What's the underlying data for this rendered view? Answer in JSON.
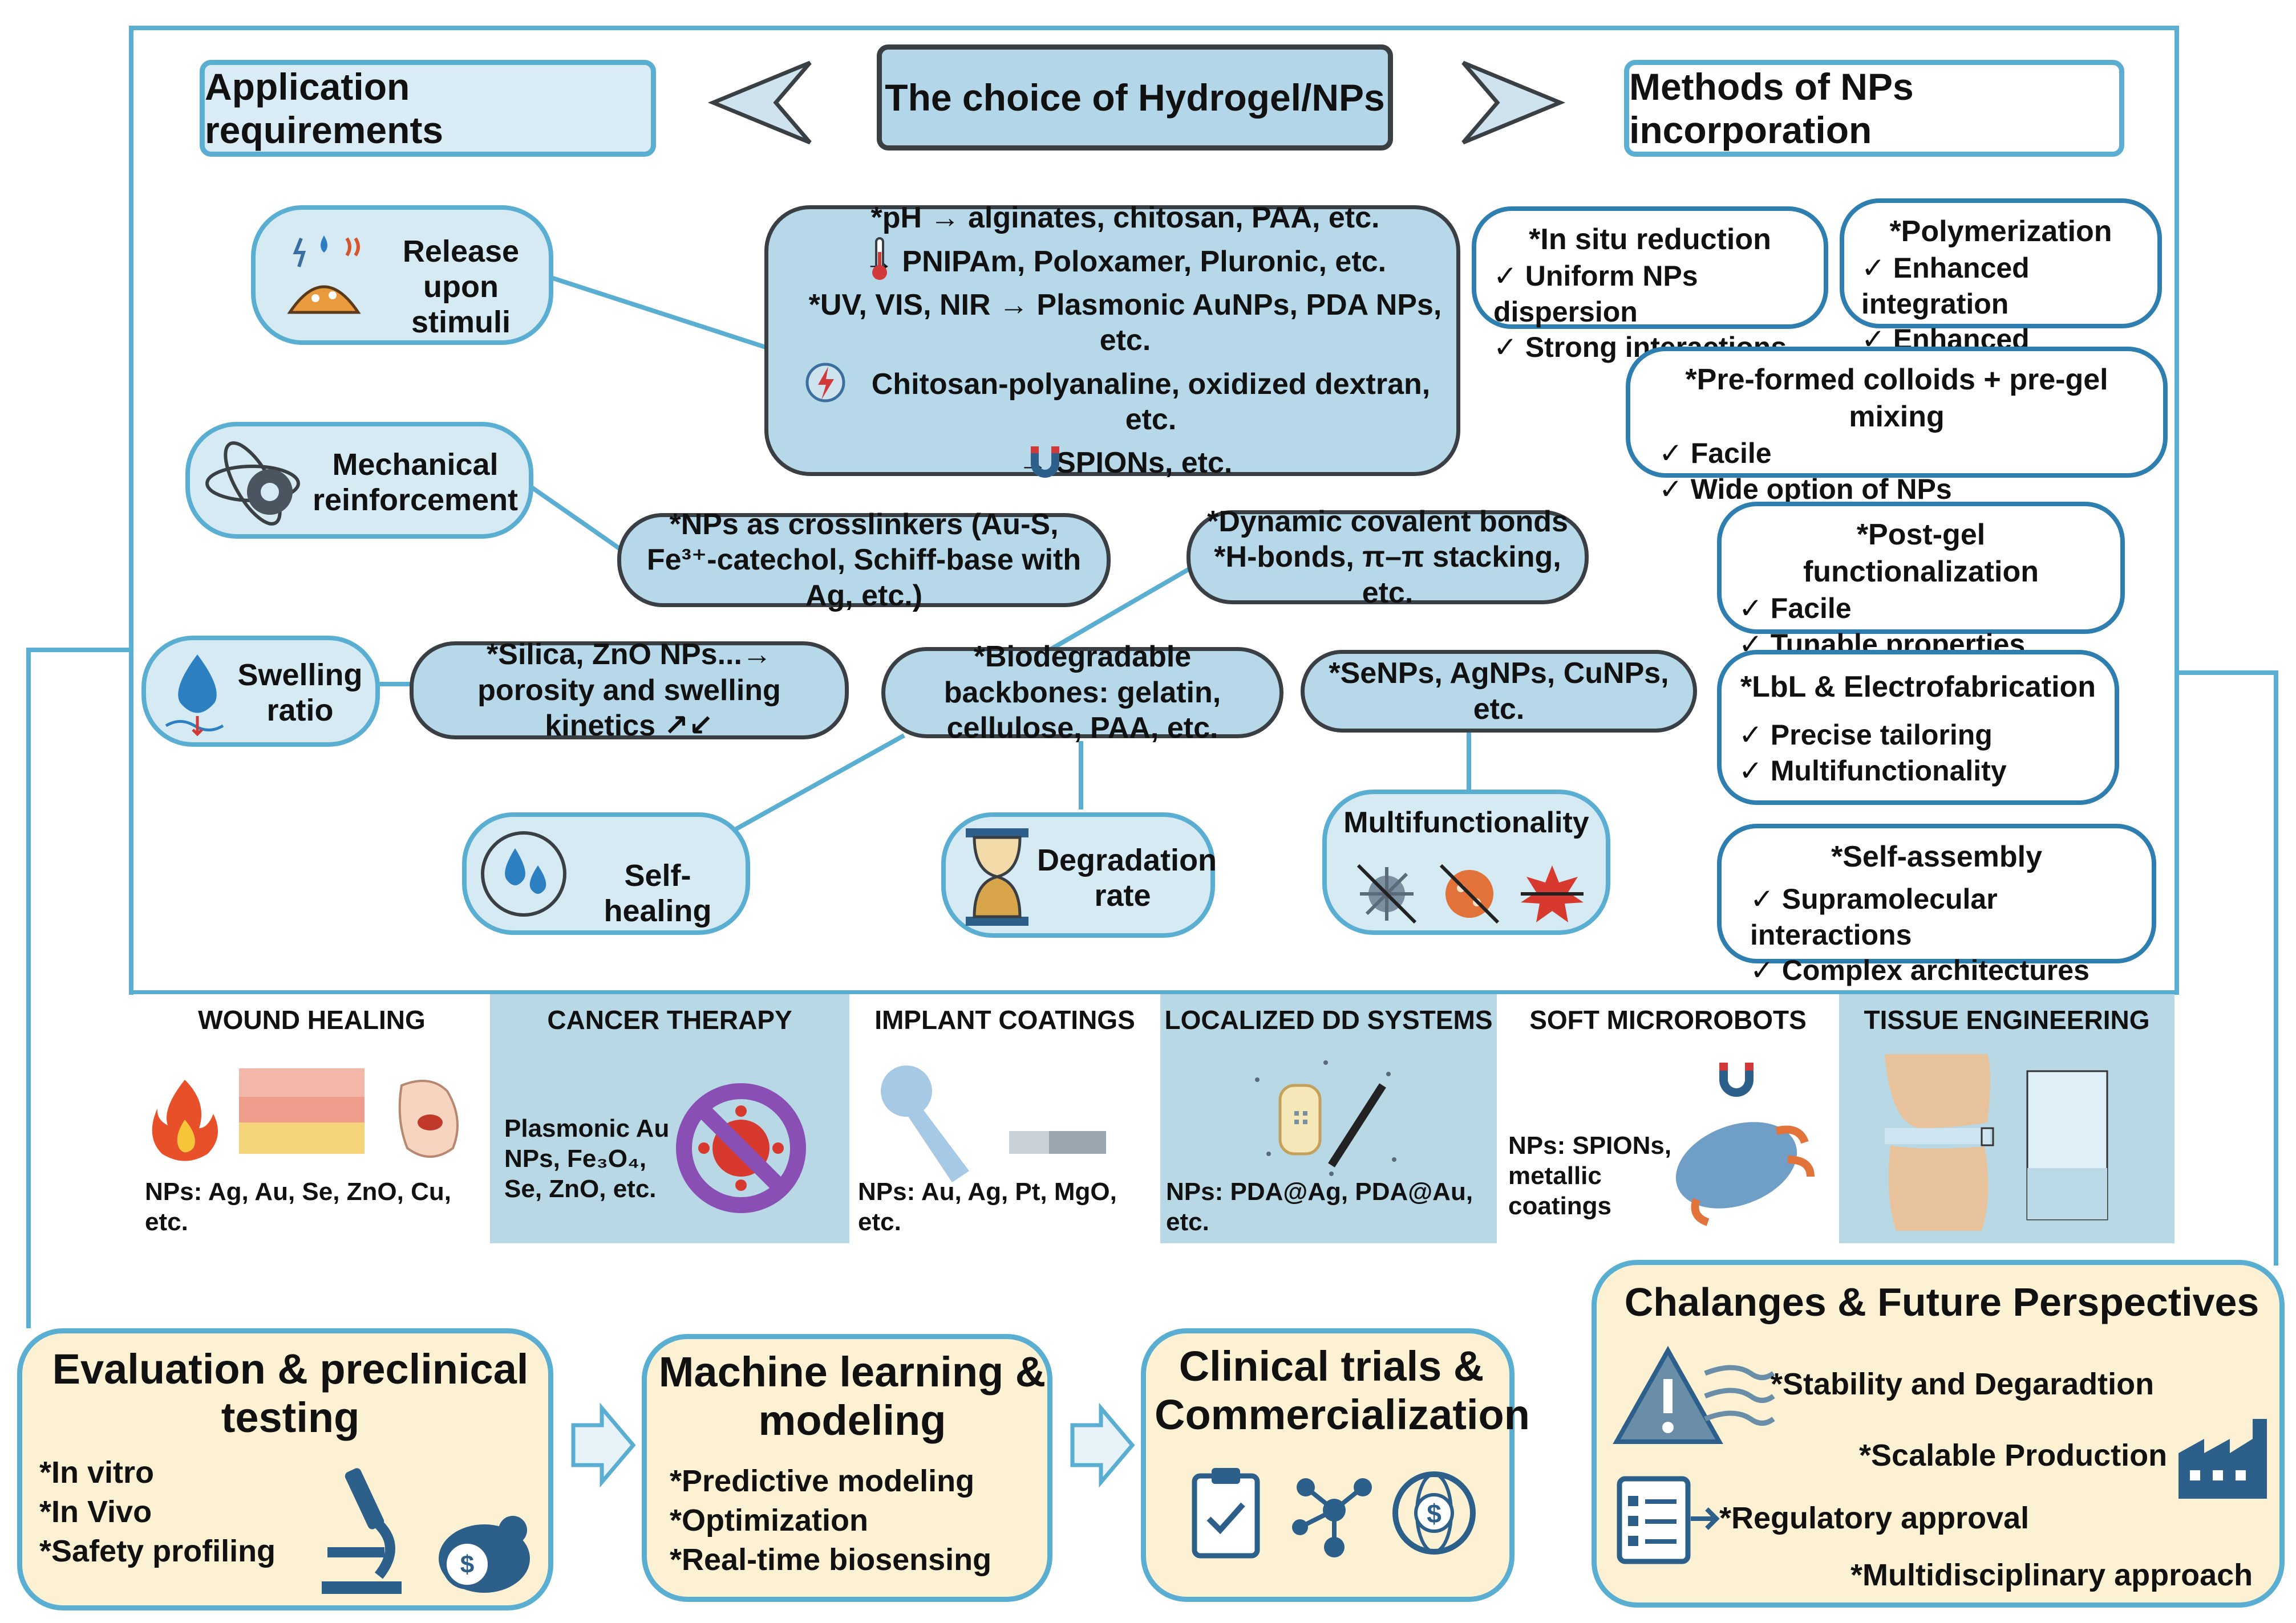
{
  "header": {
    "left": "Application requirements",
    "center": "The choice of Hydrogel/NPs",
    "right": "Methods of NPs incorporation"
  },
  "requirements": {
    "release": "Release upon stimuli",
    "mechanical": "Mechanical reinforcement",
    "swelling": "Swelling ratio",
    "selfhealing": "Self-healing",
    "degradation": "Degradation rate",
    "multifunctionality": "Multifunctionality"
  },
  "stimuli": {
    "l1": "*pH → alginates, chitosan, PAA, etc.",
    "l2": "→ PNIPAm, Poloxamer, Pluronic, etc.",
    "l3": "*UV, VIS, NIR → Plasmonic AuNPs, PDA NPs, etc.",
    "l4": "Chitosan-polyanaline, oxidized dextran, etc.",
    "l5": "→ SPIONs, etc."
  },
  "pills": {
    "crosslinkers": "*NPs as crosslinkers (Au-S, Fe³⁺-catechol, Schiff-base with Ag, etc.)",
    "dynamic": "*Dynamic covalent bonds *H-bonds, π–π stacking, etc.",
    "silica": "*Silica, ZnO NPs...→ porosity and swelling kinetics ↗↙",
    "biodegradable": "*Biodegradable backbones: gelatin, cellulose, PAA, etc.",
    "senps": "*SeNPs, AgNPs, CuNPs, etc."
  },
  "methods": [
    {
      "title": "*In situ reduction",
      "items": [
        "✓ Uniform NPs dispersion",
        "✓ Strong interactions"
      ]
    },
    {
      "title": "*Polymerization",
      "items": [
        "✓ Enhanced integration",
        "✓ Enhanced stability"
      ]
    },
    {
      "title": "*Pre-formed colloids + pre-gel mixing",
      "items": [
        "✓ Facile",
        "✓ Wide option of NPs"
      ]
    },
    {
      "title": "*Post-gel functionalization",
      "items": [
        "✓ Facile",
        "✓ Tunable properties"
      ]
    },
    {
      "title": "*LbL & Electrofabrication",
      "items": [
        "✓ Precise tailoring",
        "✓ Multifunctionality"
      ]
    },
    {
      "title": "*Self-assembly",
      "items": [
        "✓ Supramolecular interactions",
        "✓ Complex architectures"
      ]
    }
  ],
  "applications": [
    {
      "title": "WOUND HEALING",
      "caption": "NPs: Ag, Au, Se, ZnO, Cu, etc."
    },
    {
      "title": "CANCER THERAPY",
      "caption": "Plasmonic Au NPs, Fe₃O₄, Se, ZnO, etc."
    },
    {
      "title": "IMPLANT COATINGS",
      "caption": "NPs: Au, Ag, Pt, MgO, etc."
    },
    {
      "title": "LOCALIZED DD SYSTEMS",
      "caption": "NPs: PDA@Ag, PDA@Au, etc."
    },
    {
      "title": "SOFT MICROROBOTS",
      "caption": "NPs: SPIONs, metallic coatings"
    },
    {
      "title": "TISSUE ENGINEERING",
      "caption": ""
    }
  ],
  "bottom": {
    "eval": {
      "title": "Evaluation & preclinical testing",
      "items": [
        "*In vitro",
        "*In Vivo",
        "*Safety profiling"
      ]
    },
    "ml": {
      "title": "Machine learning & modeling",
      "items": [
        "*Predictive modeling",
        "*Optimization",
        "*Real-time biosensing"
      ]
    },
    "clinical": {
      "title": "Clinical trials & Commercialization"
    },
    "challenges": {
      "title": "Chalanges & Future Perspectives",
      "items": [
        "*Stability and Degaradtion",
        "*Scalable Production",
        "*Regulatory approval",
        "*Multidisciplinary approach"
      ]
    }
  },
  "colors": {
    "accent": "#5aaed2",
    "pill": "#b6d8e8",
    "bottom_fill": "#fdf1d4",
    "dark_border": "#3a3f44"
  },
  "icons": [
    "stimuli-icon",
    "thermometer-icon",
    "electric-icon",
    "magnet-icon",
    "gear-atom-icon",
    "water-drop-icon",
    "self-healing-drops-icon",
    "hourglass-icon",
    "virus-icon",
    "bacteria-icon",
    "ros-burst-icon",
    "flame-icon",
    "skin-layer-icon",
    "foot-wound-icon",
    "cancer-prohibit-icon",
    "femur-implant-icon",
    "screw-implant-icon",
    "patch-syringe-icon",
    "microrobot-icon",
    "knee-joint-icon",
    "microscope-icon",
    "mouse-coin-icon",
    "clipboard-icon",
    "molecule-icon",
    "globe-dollar-icon",
    "warning-icon",
    "wind-icon",
    "factory-icon",
    "checklist-icon"
  ]
}
